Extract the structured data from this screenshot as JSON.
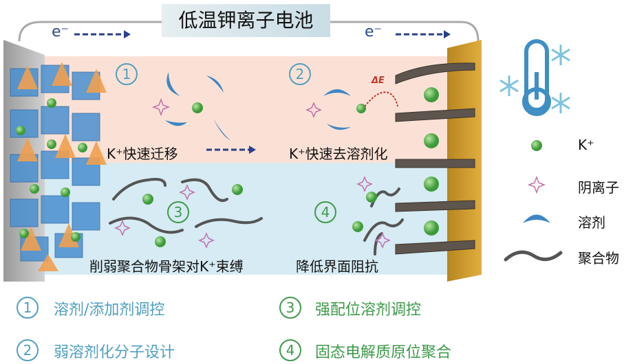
{
  "title": "低温钾离子电池",
  "electron_label": "e⁻",
  "steps": [
    {
      "num": "1",
      "label": "K⁺快速迁移"
    },
    {
      "num": "2",
      "label": "K⁺快速去溶剂化",
      "energy_label": "ΔE"
    },
    {
      "num": "3",
      "label": "削弱聚合物骨架对K⁺束缚"
    },
    {
      "num": "4",
      "label": "降低界面阻抗"
    }
  ],
  "legend": {
    "k_ion": "K⁺",
    "anion": "阴离子",
    "solvent": "溶剂",
    "polymer": "聚合物"
  },
  "strategies": [
    {
      "num": "1",
      "label": "溶剂/添加剂调控"
    },
    {
      "num": "2",
      "label": "弱溶剂化分子设计"
    },
    {
      "num": "3",
      "label": "强配位溶剂调控"
    },
    {
      "num": "4",
      "label": "固态电解质原位聚合"
    }
  ],
  "colors": {
    "blue": "#4e9fc0",
    "green": "#3d9a48",
    "peach": "#fbe1d5",
    "lightblue": "#d6ebf3",
    "gold": "#d9a437"
  }
}
